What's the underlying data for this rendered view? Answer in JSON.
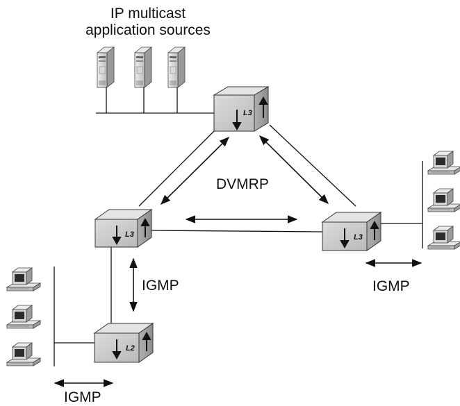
{
  "title": {
    "line1": "IP multicast",
    "line2": "application sources"
  },
  "labels": {
    "dvmrp": "DVMRP",
    "igmp_middle": "IGMP",
    "igmp_right": "IGMP",
    "igmp_bottom": "IGMP"
  },
  "devices": {
    "router_top": "L3",
    "router_left": "L3",
    "router_right": "L3",
    "switch_bottom": "L2"
  },
  "colors": {
    "line": "#111111",
    "box_front": "#c8c8c8",
    "box_top": "#e2e2e2",
    "box_side": "#a9a9a9"
  }
}
